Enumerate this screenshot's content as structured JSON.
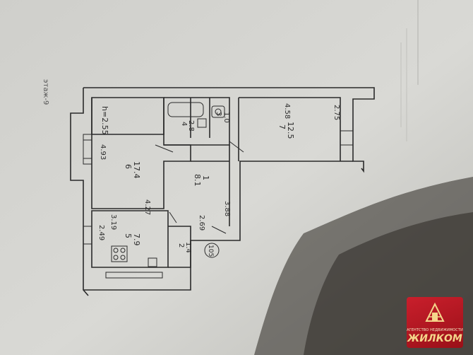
{
  "floor_label": "этаж-9",
  "ceiling_height": "h=2.55",
  "rooms": [
    {
      "id": "1",
      "area": "8.1"
    },
    {
      "id": "2",
      "area": "1.4"
    },
    {
      "id": "3",
      "area": "1.0"
    },
    {
      "id": "4",
      "area": "2.8"
    },
    {
      "id": "5",
      "area": "7.9"
    },
    {
      "id": "6",
      "area": "17.4"
    },
    {
      "id": "7",
      "area": "12.5"
    }
  ],
  "dimensions": [
    "4.93",
    "4.27",
    "3.19",
    "2.49",
    "2.69",
    "3.88",
    "4.58",
    "2.75"
  ],
  "apartment_number": "105",
  "logo": {
    "subtitle": "АГЕНТСТВО НЕДВИЖИМОСТИ",
    "name": "ЖИЛКОМ"
  },
  "colors": {
    "paper": "#d6d6d2",
    "lines": "#2a2a2a",
    "logo_red": "#c21d2a",
    "logo_gold": "#f4d58a"
  }
}
